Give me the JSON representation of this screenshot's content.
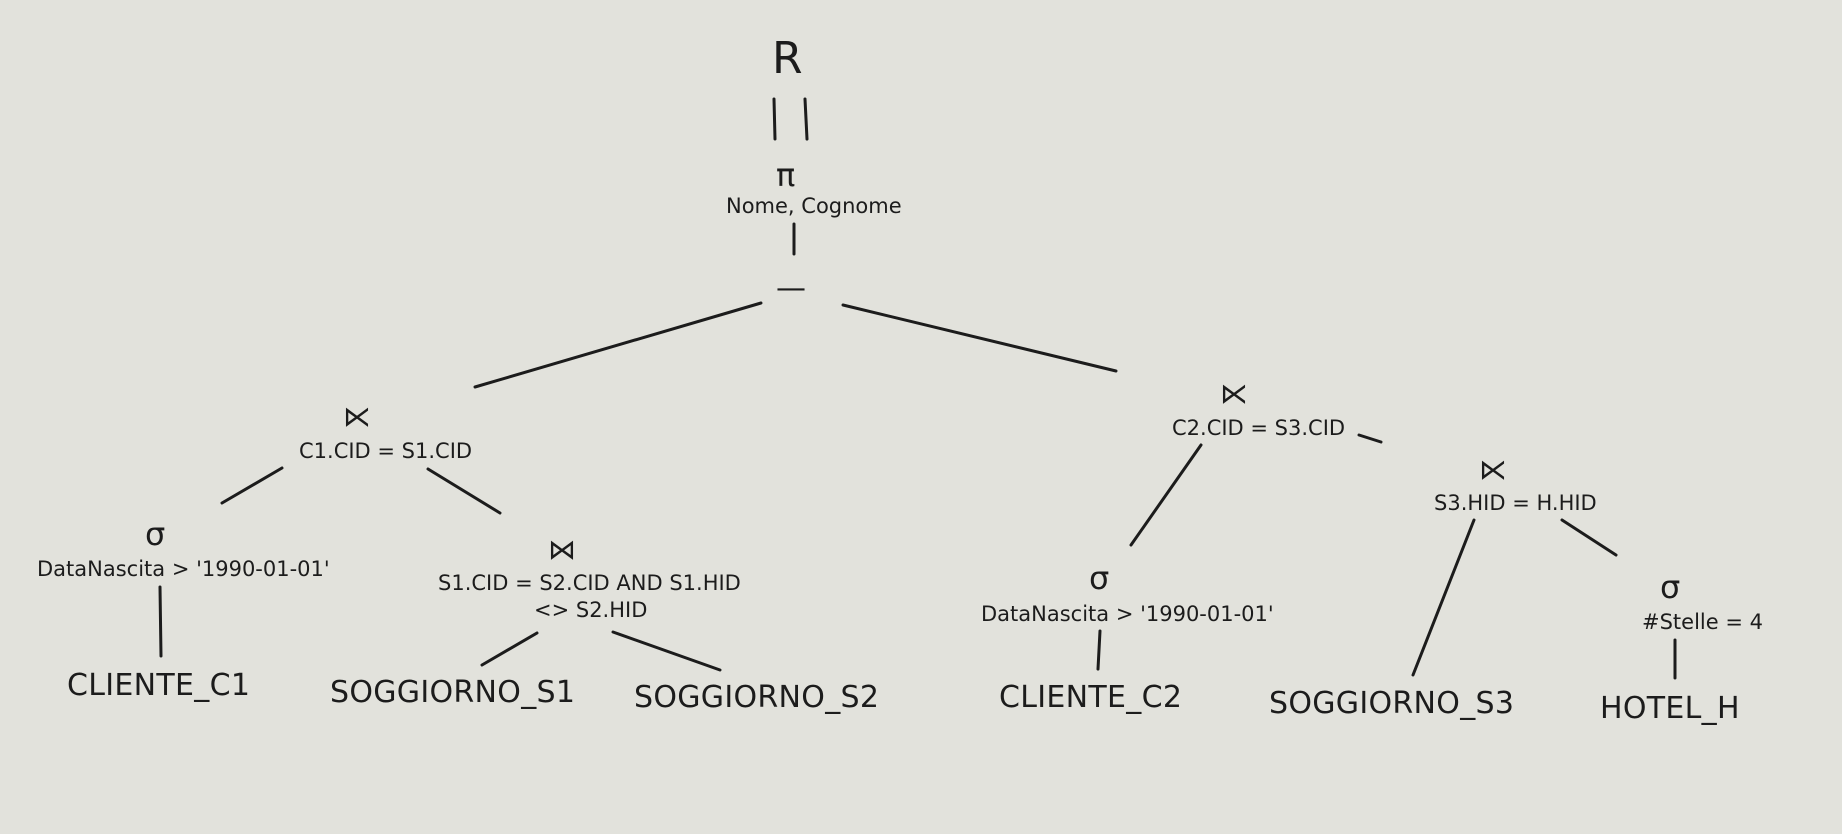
{
  "colors": {
    "background": "#e2e2dc",
    "ink": "#1c1c1c"
  },
  "nodes": {
    "result": {
      "label": "R"
    },
    "projection": {
      "symbol": "π",
      "attributes": "Nome, Cognome"
    },
    "difference": {
      "symbol": "—"
    },
    "semijoin_c1_s1": {
      "symbol": "⋉",
      "condition": "C1.CID = S1.CID"
    },
    "select_c1": {
      "symbol": "σ",
      "condition": "DataNascita > '1990-01-01'"
    },
    "relation_cliente_c1": {
      "label": "CLIENTE_C1"
    },
    "join_s1_s2": {
      "symbol": "⋈",
      "condition_line1": "S1.CID = S2.CID AND S1.HID",
      "condition_line2": "<> S2.HID"
    },
    "relation_soggiorno_s1": {
      "label": "SOGGIORNO_S1"
    },
    "relation_soggiorno_s2": {
      "label": "SOGGIORNO_S2"
    },
    "semijoin_c2_s3": {
      "symbol": "⋉",
      "condition": "C2.CID = S3.CID"
    },
    "select_c2": {
      "symbol": "σ",
      "condition": "DataNascita > '1990-01-01'"
    },
    "relation_cliente_c2": {
      "label": "CLIENTE_C2"
    },
    "semijoin_s3_h": {
      "symbol": "⋉",
      "condition": "S3.HID = H.HID"
    },
    "relation_soggiorno_s3": {
      "label": "SOGGIORNO_S3"
    },
    "select_h": {
      "symbol": "σ",
      "condition": "#Stelle = 4"
    },
    "relation_hotel_h": {
      "label": "HOTEL_H"
    }
  }
}
